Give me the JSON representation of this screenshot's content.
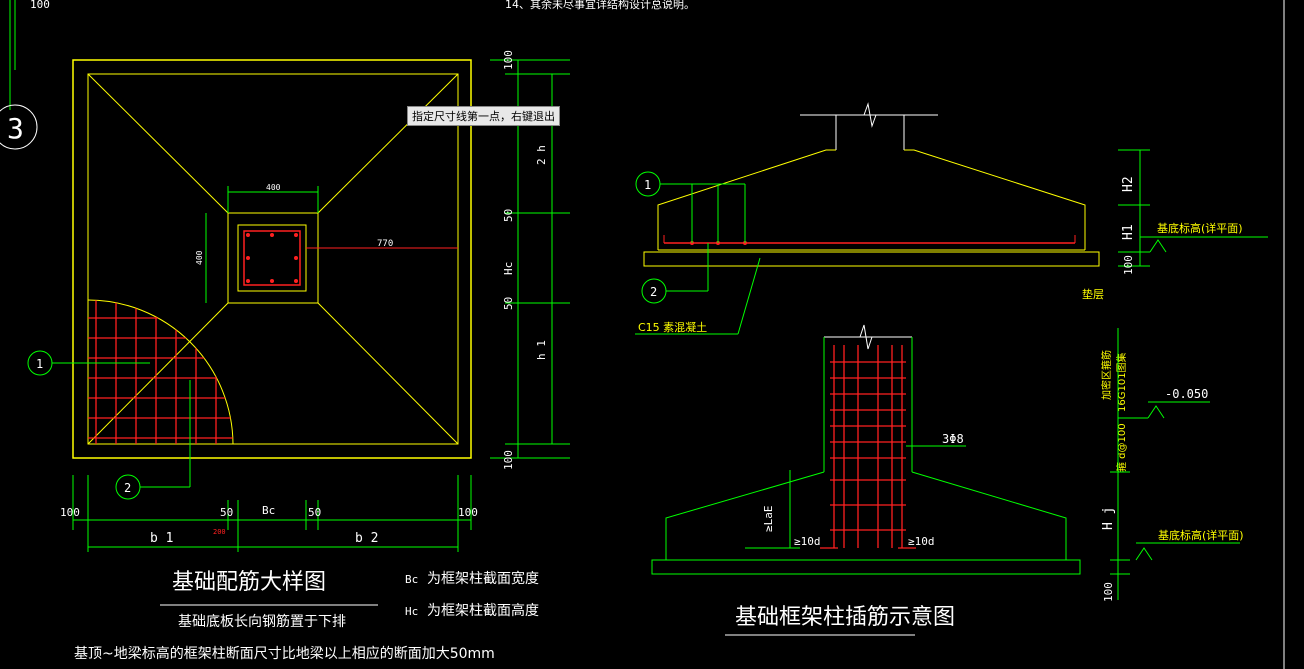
{
  "top_note": "14、其余未尽事宜详结构设计总说明。",
  "top_left_dim": "100",
  "axis_label": "3",
  "tooltip": "指定尺寸线第一点，右键退出",
  "plan": {
    "dim_top": "400",
    "dim_side": "400",
    "dim_inner": "770",
    "right_dims": [
      "100",
      "2 h",
      "50",
      "Hc",
      "50",
      "h 1",
      "100"
    ],
    "bottom_dims": [
      "100",
      "50",
      "Bc",
      "50",
      "100"
    ],
    "bottom_spans": [
      "b 1",
      "b 2"
    ],
    "small_dim": "200",
    "bubble_1": "1",
    "bubble_2": "2"
  },
  "plan_title": "基础配筋大样图",
  "plan_note": "基础底板长向钢筋置于下排",
  "legend": [
    {
      "symbol": "Bc",
      "text": "为框架柱截面宽度"
    },
    {
      "symbol": "Hc",
      "text": "为框架柱截面高度"
    }
  ],
  "bottom_note": "基顶~地梁标高的框架柱断面尺寸比地梁以上相应的断面加大50mm",
  "section": {
    "bubble_1": "1",
    "bubble_2": "2",
    "dims": [
      "H2",
      "H1",
      "100"
    ],
    "elev_label": "基底标高(详平面)",
    "cushion": "垫层",
    "concrete": "C15  素混凝土"
  },
  "column_detail": {
    "stirrup": "3Φ8",
    "anchor": "≥LaE",
    "ten_d_left": "≥10d",
    "ten_d_right": "≥10d",
    "elev_top": "-0.050",
    "vert_note_1": "加密区箍筋",
    "vert_note_2": "16G101图集",
    "vert_note_3": "箍 d@100",
    "dims": [
      "H j",
      "100"
    ],
    "elev_label": "基底标高(详平面)"
  },
  "column_title": "基础框架柱插筋示意图",
  "colors": {
    "yellow": "#ffff00",
    "green": "#00ff00",
    "red": "#ff2020",
    "white": "#ffffff",
    "cyan": "#00ffff"
  }
}
